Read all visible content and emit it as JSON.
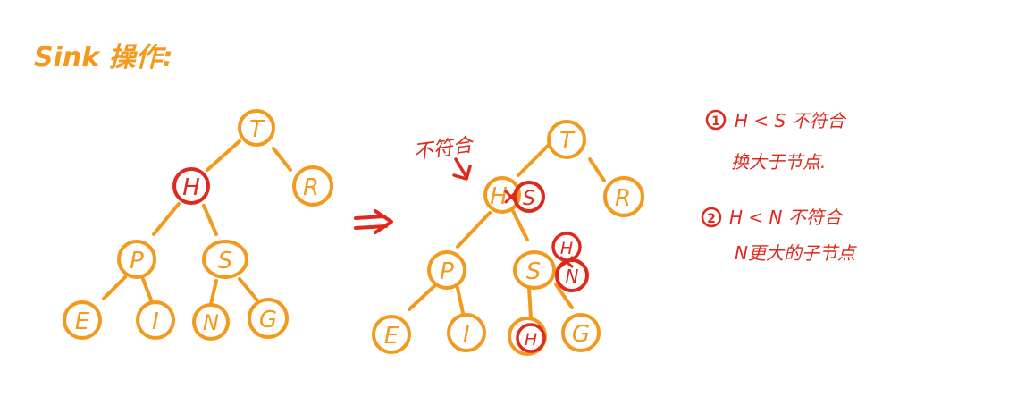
{
  "colors": {
    "orange": "#f39a1e",
    "red": "#e0281c",
    "background": "#ffffff"
  },
  "title": "Sink 操作:",
  "arrow_symbol": "=>",
  "annotations": {
    "not_satisfied": "不符合",
    "notes": [
      {
        "number": "①",
        "line1": "H < S  不符合",
        "line2": "换大于节点."
      },
      {
        "number": "②",
        "line1": "H < N  不符合",
        "line2": "N更大的子节点"
      }
    ]
  },
  "tree_before": {
    "nodes": [
      {
        "id": "T",
        "label": "T",
        "highlight": "none"
      },
      {
        "id": "H",
        "label": "H",
        "highlight": "red"
      },
      {
        "id": "R",
        "label": "R",
        "highlight": "none"
      },
      {
        "id": "P",
        "label": "P",
        "highlight": "none"
      },
      {
        "id": "S",
        "label": "S",
        "highlight": "none"
      },
      {
        "id": "E",
        "label": "E",
        "highlight": "none"
      },
      {
        "id": "I",
        "label": "I",
        "highlight": "none"
      },
      {
        "id": "N",
        "label": "N",
        "highlight": "none"
      },
      {
        "id": "G",
        "label": "G",
        "highlight": "none"
      }
    ]
  },
  "tree_after": {
    "nodes": [
      {
        "id": "T",
        "label": "T",
        "highlight": "none"
      },
      {
        "id": "H",
        "label": "H",
        "highlight": "none"
      },
      {
        "id": "S_swap",
        "label": "S",
        "highlight": "red"
      },
      {
        "id": "R",
        "label": "R",
        "highlight": "none"
      },
      {
        "id": "P",
        "label": "P",
        "highlight": "none"
      },
      {
        "id": "S",
        "label": "S",
        "highlight": "none"
      },
      {
        "id": "H_swap",
        "label": "H",
        "highlight": "red"
      },
      {
        "id": "N_swap",
        "label": "N",
        "highlight": "red"
      },
      {
        "id": "E",
        "label": "E",
        "highlight": "none"
      },
      {
        "id": "I",
        "label": "I",
        "highlight": "none"
      },
      {
        "id": "H_leaf",
        "label": "H",
        "highlight": "red"
      },
      {
        "id": "G",
        "label": "G",
        "highlight": "none"
      }
    ]
  }
}
